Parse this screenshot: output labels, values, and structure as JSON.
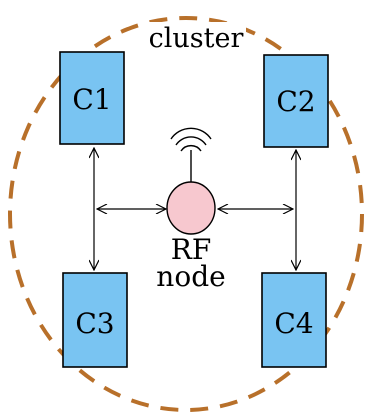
{
  "diagram": {
    "cluster_label": "cluster",
    "nodes": [
      {
        "id": "c1",
        "label": "C1"
      },
      {
        "id": "c2",
        "label": "C2"
      },
      {
        "id": "c3",
        "label": "C3"
      },
      {
        "id": "c4",
        "label": "C4"
      }
    ],
    "rf_node": {
      "line1": "RF",
      "line2": "node"
    },
    "colors": {
      "cluster_border": "#B8702A",
      "node_fill": "#79C4F2",
      "node_border": "#000000",
      "rf_fill": "#F7C8CF",
      "arrow": "#000000"
    }
  }
}
